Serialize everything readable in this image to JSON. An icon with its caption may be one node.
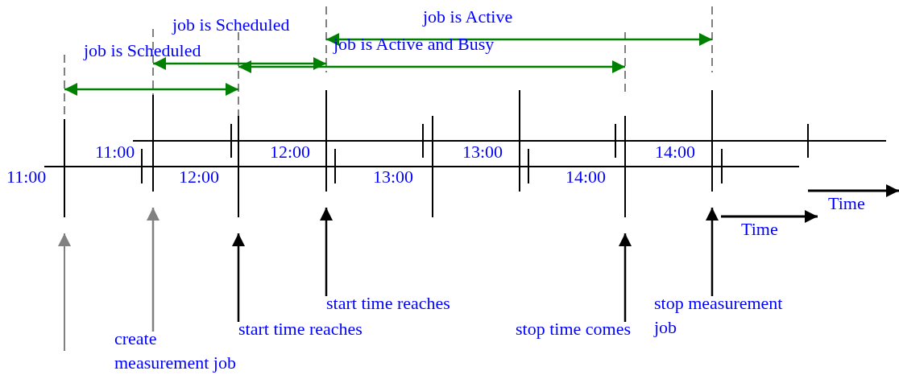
{
  "diagram": {
    "nodes": [
      {
        "text": [
          "create measurement job"
        ]
      },
      {
        "text": [
          "start time reaches"
        ]
      },
      {
        "text": [
          "start time reaches"
        ]
      },
      {
        "text": [
          "stop time comes"
        ]
      },
      {
        "text": [
          "stop measurement job"
        ]
      }
    ],
    "edges": [
      {
        "from": 0,
        "to": null,
        "arrow": "to",
        "color": "#808080"
      },
      {
        "from": 1,
        "to": null,
        "arrow": "to"
      },
      {
        "from": 2,
        "to": null,
        "arrow": "to"
      },
      {
        "from": 3,
        "to": null,
        "arrow": "to"
      },
      {
        "from": 4,
        "to": null,
        "arrow": "to"
      }
    ],
    "labels": [
      "job is Active",
      "job is Scheduled",
      "job is Scheduled",
      "job is Active and Busy",
      "11:00",
      "12:00",
      "13:00",
      "14:00",
      "11:00",
      "12:00",
      "13:00",
      "14:00",
      "Time",
      "Time"
    ]
  }
}
